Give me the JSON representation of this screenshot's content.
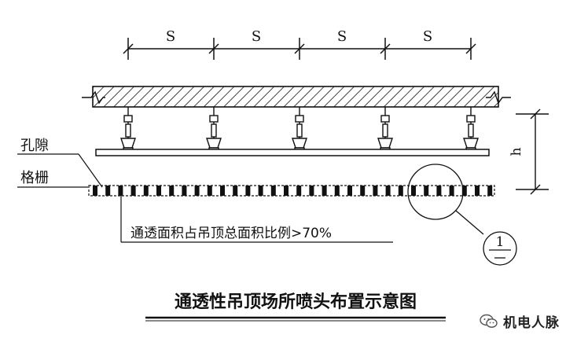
{
  "labels": {
    "spacing": [
      "S",
      "S",
      "S",
      "S"
    ],
    "height": "h",
    "porosity": "孔隙",
    "grille": "格栅",
    "ratio_note": "通透面积占吊顶总面积比例>70%",
    "detail_number": "1",
    "title": "通透性吊顶场所喷头布置示意图"
  },
  "watermark": {
    "icon": "wechat-icon",
    "text": "机电人脉"
  },
  "colors": {
    "ink": "#111111",
    "background": "#ffffff"
  }
}
